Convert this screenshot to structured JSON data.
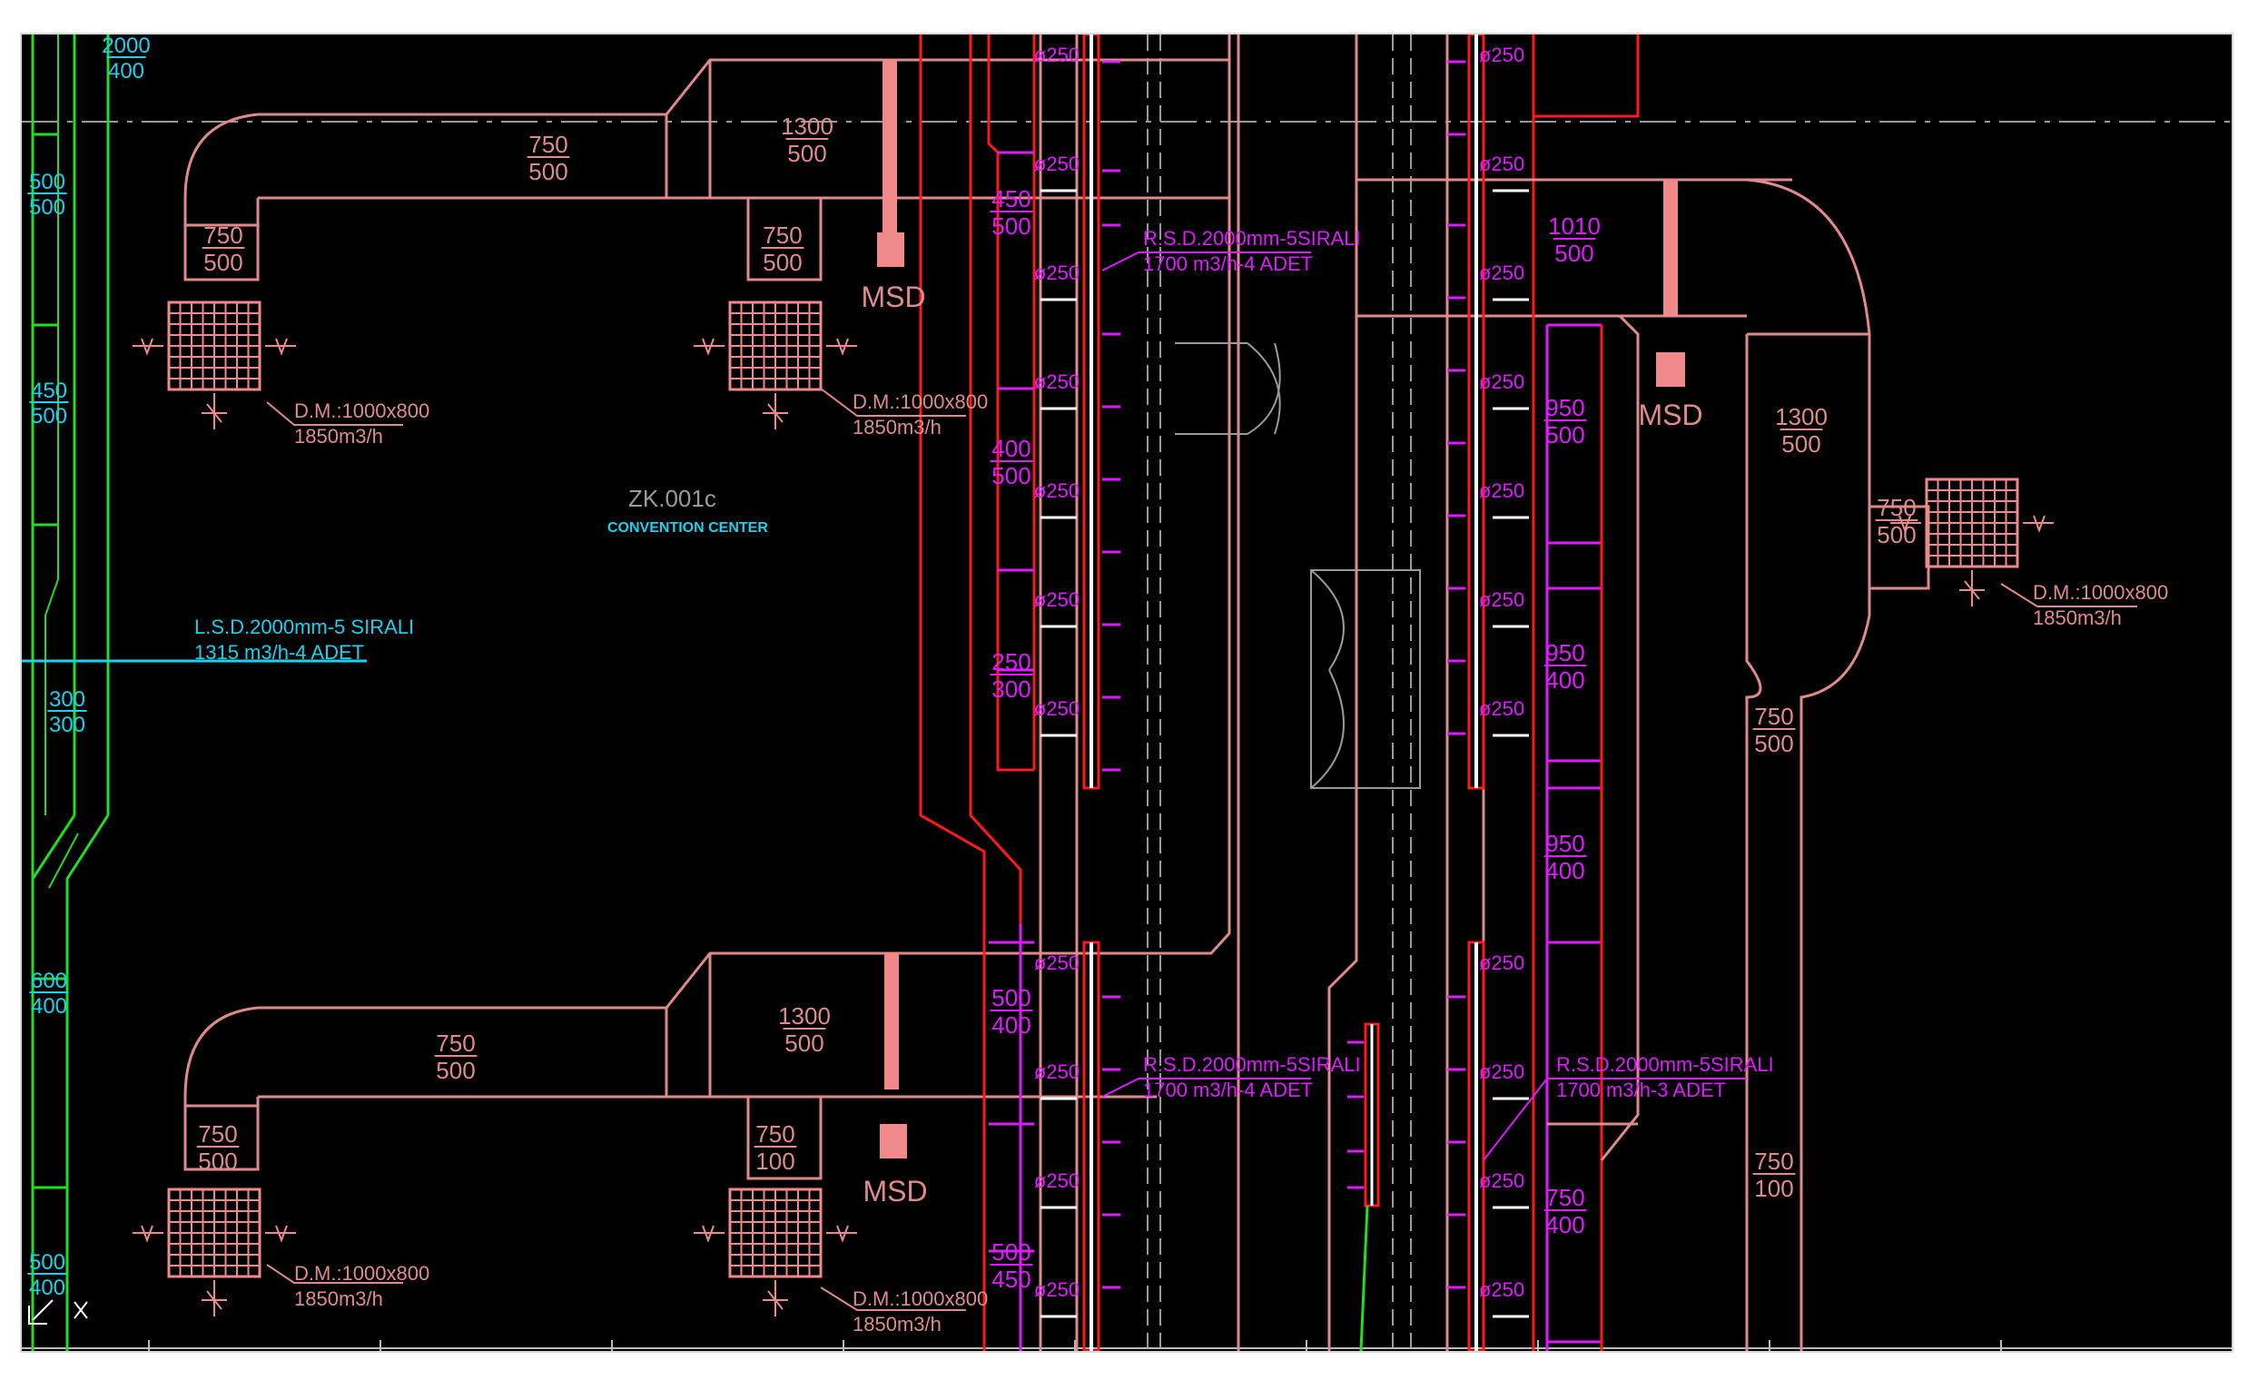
{
  "colors": {
    "background": "#000000",
    "duct": "#e08a8a",
    "duct_dark": "#b85c5c",
    "grille": "#f08a8a",
    "pipe_red": "#ff1a1a",
    "magenta": "#e01aff",
    "green": "#22dd22",
    "cyan": "#18d2f0",
    "white": "#ffffff",
    "grey": "#9a9a9a"
  },
  "room": {
    "code": "ZK.001c",
    "name": "CONVENTION CENTER",
    "line2": "",
    "line3": ""
  },
  "labels": {
    "d750_500": [
      "750",
      "500"
    ],
    "d1300_500": [
      "1300",
      "500"
    ],
    "d450_500": [
      "450",
      "500"
    ],
    "d400_500": [
      "400",
      "500"
    ],
    "d250_300": [
      "250",
      "300"
    ],
    "d1010_500": [
      "1010",
      "500"
    ],
    "d950_500": [
      "950",
      "500"
    ],
    "d950_400": [
      "950",
      "400"
    ],
    "d750_400": [
      "750",
      "400"
    ],
    "d750_100": [
      "750",
      "100"
    ],
    "d500_500": [
      "500",
      "500"
    ],
    "d300_300": [
      "300",
      "300"
    ],
    "d600_400": [
      "600",
      "400"
    ],
    "d500_400": [
      "500",
      "400"
    ],
    "d500_450": [
      "500",
      "450"
    ],
    "d2000_400": [
      "2000",
      "400"
    ],
    "diffuser": "ø250",
    "msd": "MSD",
    "grille_a": [
      "D.M.:1000x800",
      "1850m3/h"
    ],
    "grille_b": [
      "D.M.:1000x800",
      "1850m3/h"
    ],
    "grille_c": [
      "D.M.:1000x800",
      "1850m3/h"
    ],
    "grille_d": [
      "D.M.:1000x800",
      "1850m3/h"
    ],
    "grille_e": [
      "D.M.:1000x800",
      "1850m3/h"
    ],
    "slot_1": [
      "R.S.D.2000mm-5SIRALI",
      "1700 m3/h-4 ADET"
    ],
    "slot_2": [
      "R.S.D.2000mm-5SIRALI",
      "1700 m3/h-4 ADET"
    ],
    "slot_3": [
      "R.S.D.2000mm-5SIRALI",
      "1700 m3/h-3 ADET"
    ],
    "slot_cyan": [
      "L.S.D.2000mm-5 SIRALI",
      "1315 m3/h-4 ADET"
    ]
  }
}
